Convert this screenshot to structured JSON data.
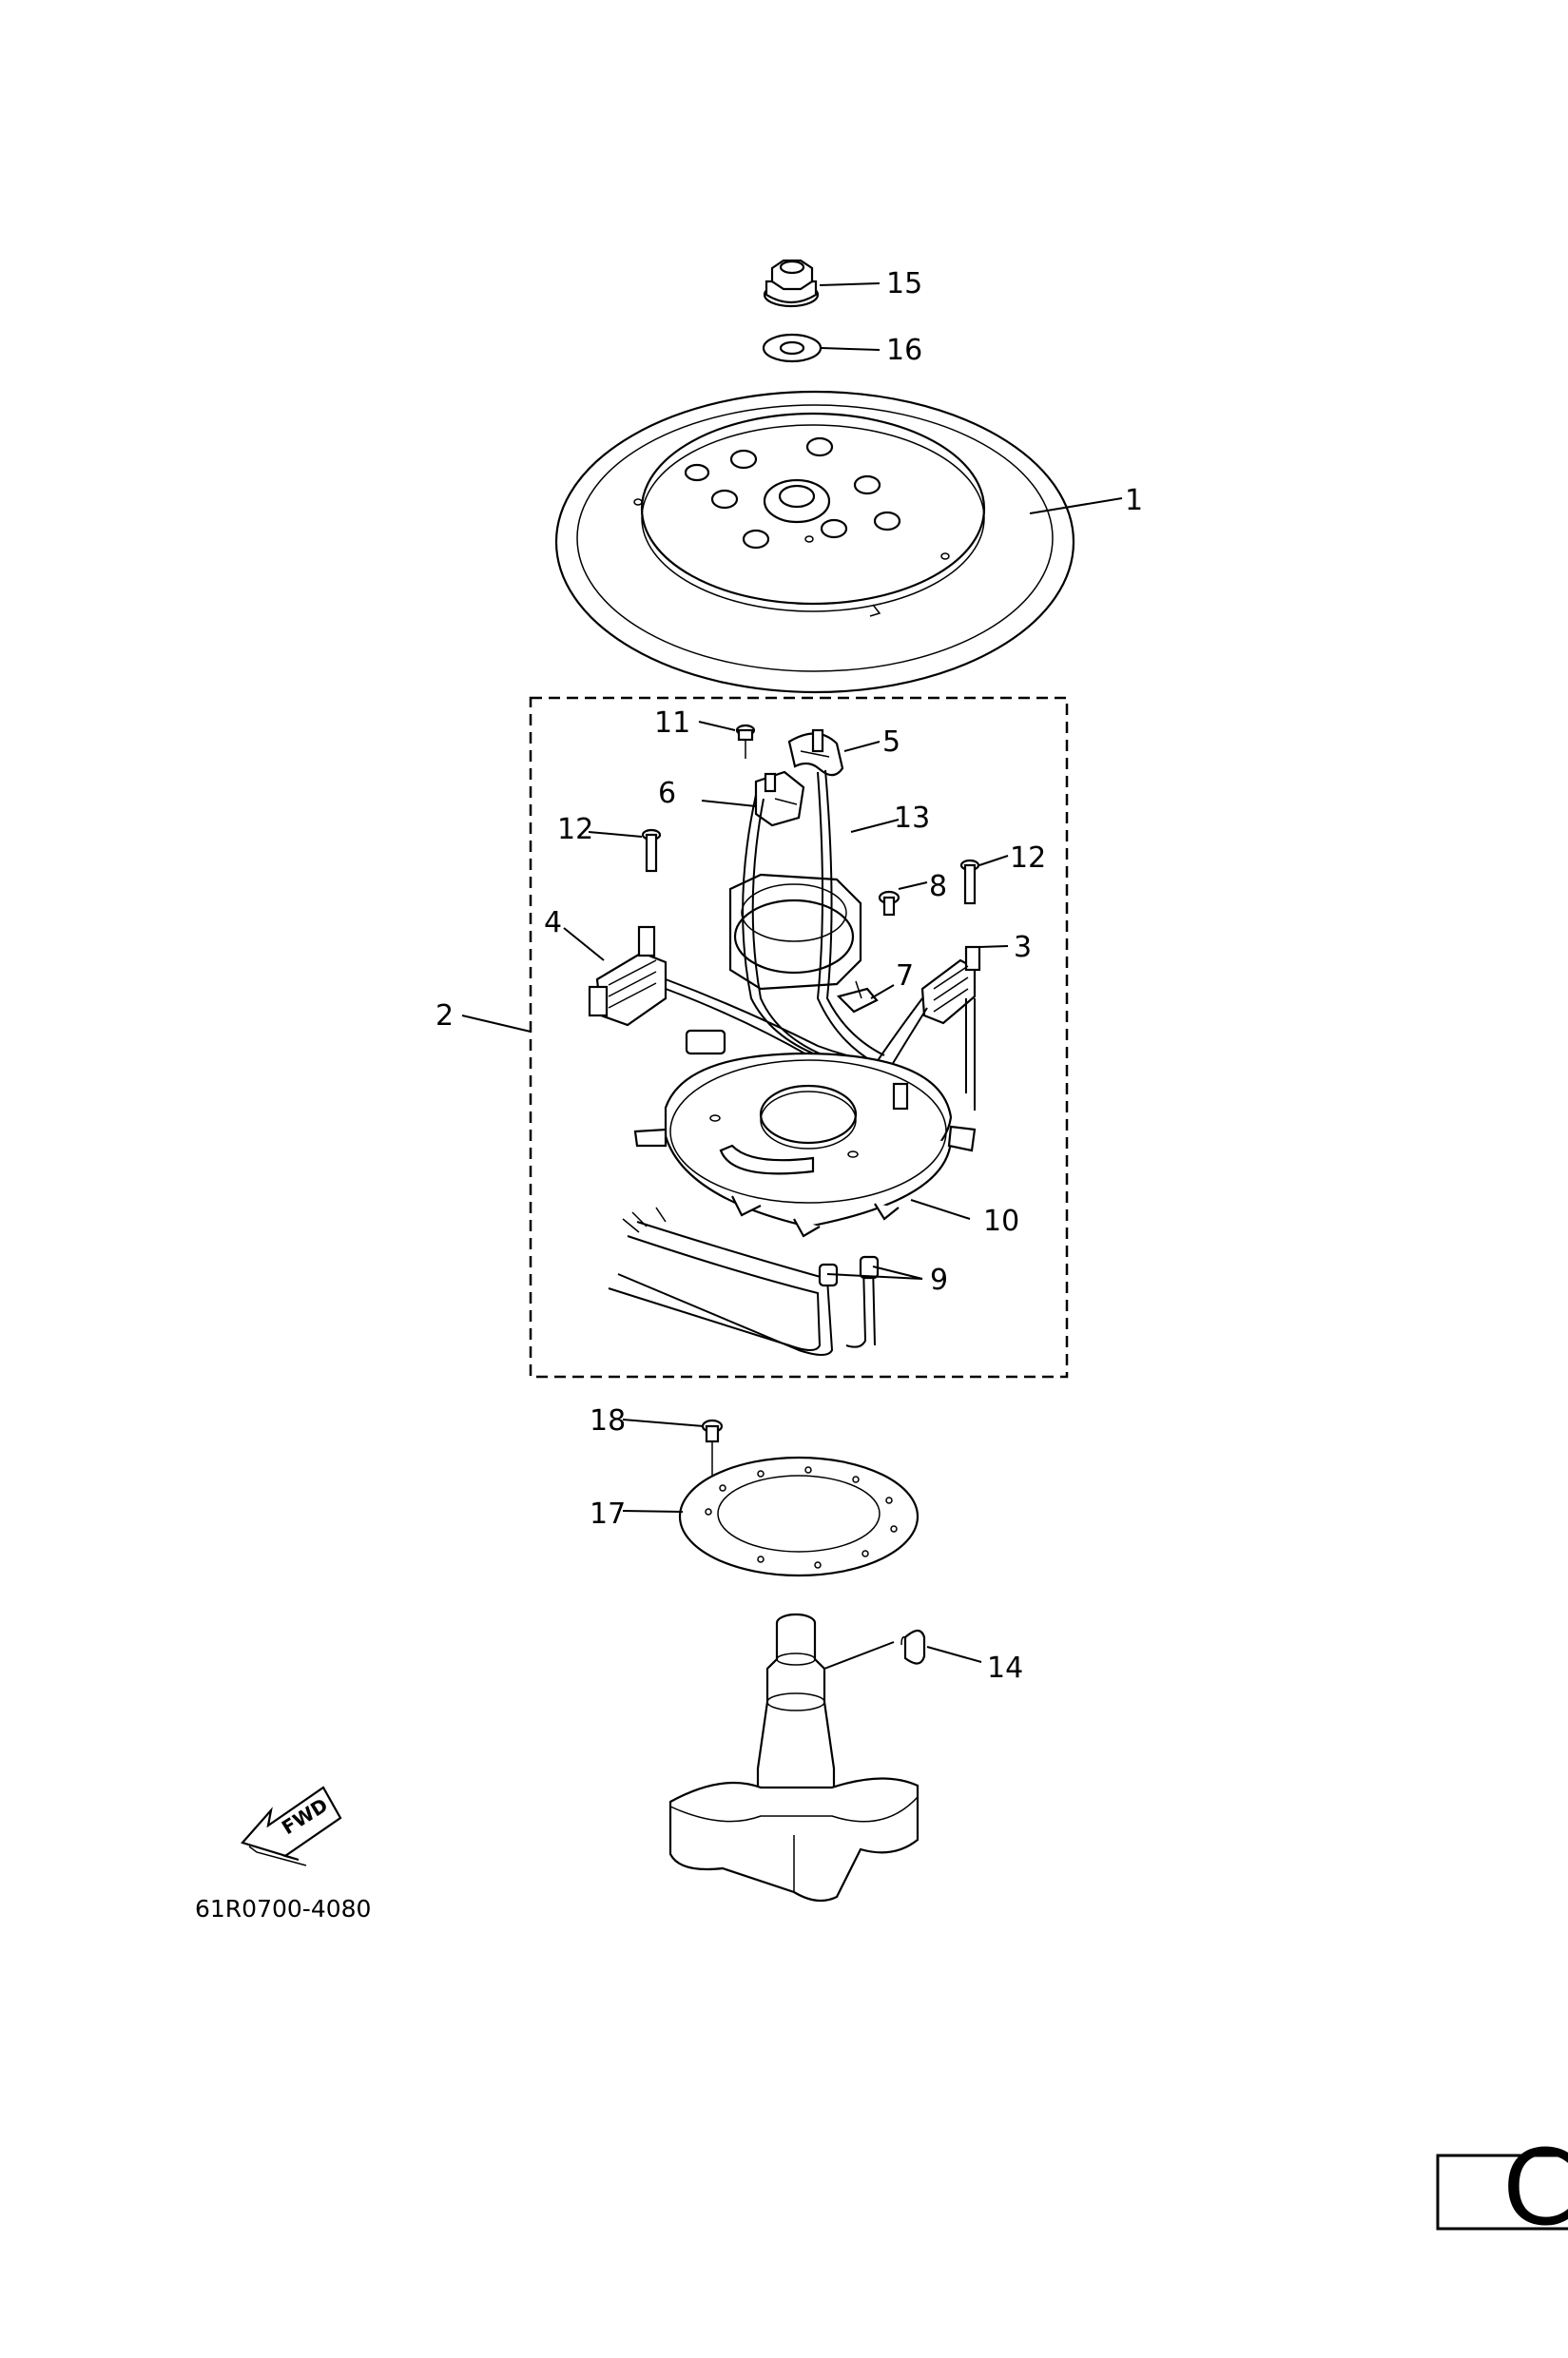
{
  "callouts": {
    "c1": "1",
    "c2": "2",
    "c3": "3",
    "c4": "4",
    "c5": "5",
    "c6": "6",
    "c7": "7",
    "c8": "8",
    "c9": "9",
    "c10": "10",
    "c11": "11",
    "c12a": "12",
    "c12b": "12",
    "c13": "13",
    "c14": "14",
    "c15": "15",
    "c16": "16",
    "c17": "17",
    "c18": "18"
  },
  "part_code": "61R0700-4080",
  "fwd_label": "FWD",
  "section_letter": "C",
  "icons": {
    "fwd_arrow": "fwd-arrow-icon"
  }
}
